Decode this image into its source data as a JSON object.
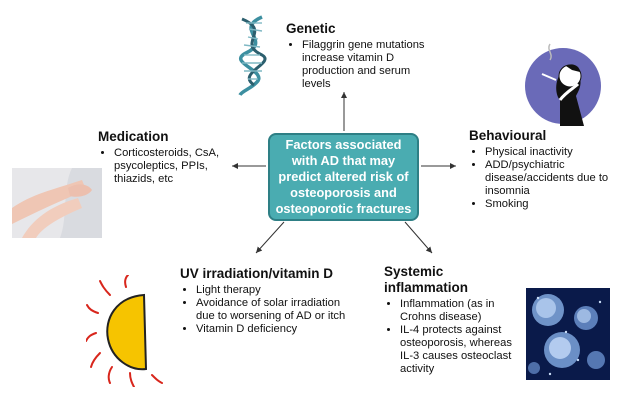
{
  "center": {
    "lines": [
      "Factors associated",
      "with AD that may",
      "predict altered risk of",
      "osteoporosis and",
      "osteoporotic fractures"
    ]
  },
  "genetic": {
    "heading": "Genetic",
    "items": [
      "Filaggrin gene mutations increase vitamin D production and serum levels"
    ]
  },
  "medication": {
    "heading": "Medication",
    "items": [
      "Corticosteroids, CsA, psycoleptics, PPIs, thiazids, etc"
    ]
  },
  "behavioural": {
    "heading": "Behavioural",
    "items": [
      "Physical inactivity",
      "ADD/psychiatric disease/accidents due to insomnia",
      "Smoking"
    ]
  },
  "uv": {
    "heading": "UV irradiation/vitamin D",
    "items": [
      "Light therapy",
      "Avoidance of solar irradiation due to worsening of AD or itch",
      "Vitamin D deficiency"
    ]
  },
  "systemic": {
    "heading": "Systemic inflammation",
    "items": [
      "Inflammation (as in Crohns disease)",
      "IL-4 protects against osteoporosis, whereas IL-3 causes osteoclast activity"
    ]
  },
  "colors": {
    "center_fill": "#4aacb1",
    "center_border": "#2e7f85",
    "sun_yellow": "#f6c400",
    "ray_red": "#d8261c",
    "smoker_bg": "#6a6ab8",
    "cells_bg": "#0a1a4a"
  }
}
